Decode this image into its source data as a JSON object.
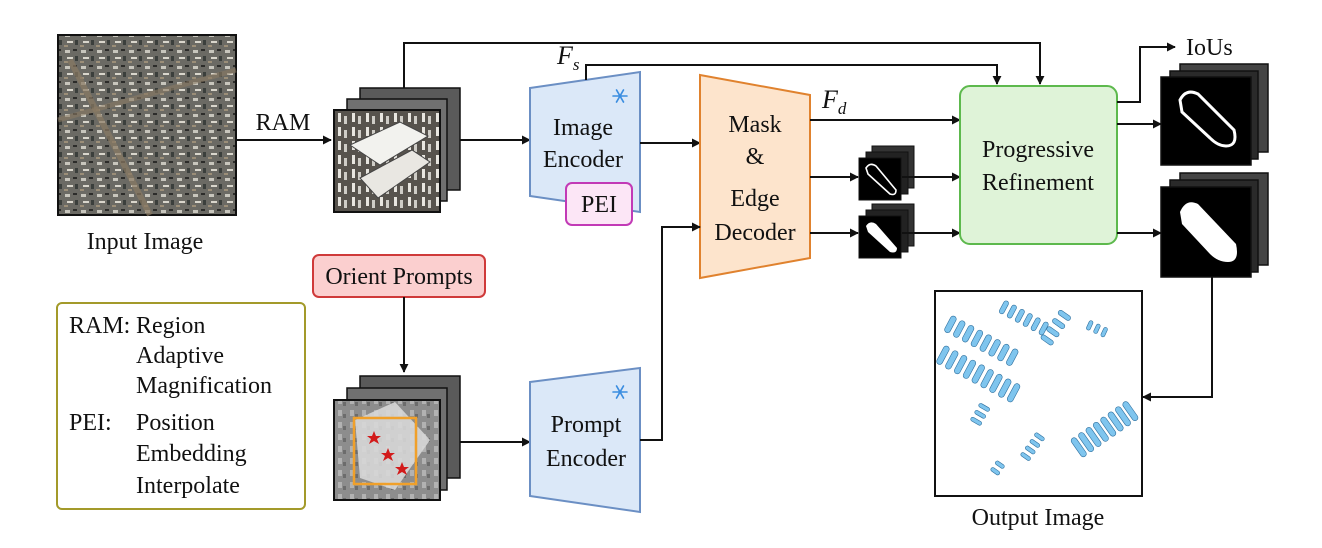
{
  "labels": {
    "input_image": "Input Image",
    "ram": "RAM",
    "fs_main": "F",
    "fs_sub": "s",
    "fd_main": "F",
    "fd_sub": "d",
    "image_encoder_1": "Image",
    "image_encoder_2": "Encoder",
    "pei": "PEI",
    "mask_1": "Mask",
    "mask_2": "&",
    "mask_3": "Edge",
    "mask_4": "Decoder",
    "refine_1": "Progressive",
    "refine_2": "Refinement",
    "ious": "IoUs",
    "orient_prompts": "Orient Prompts",
    "prompt_encoder_1": "Prompt",
    "prompt_encoder_2": "Encoder",
    "output_image": "Output Image"
  },
  "legend": {
    "ram_abbr": "RAM:",
    "ram_1": "Region",
    "ram_2": "Adaptive",
    "ram_3": "Magnification",
    "pei_abbr": "PEI:",
    "pei_1": "Position",
    "pei_2": "Embedding",
    "pei_3": "Interpolate"
  },
  "colors": {
    "encoder_fill": "#dbe8f8",
    "encoder_stroke": "#6b8fc4",
    "decoder_fill": "#fde4cc",
    "decoder_stroke": "#e0822e",
    "refine_fill": "#dff3d8",
    "refine_stroke": "#5db94d",
    "pei_fill": "#fce6f6",
    "pei_stroke": "#c23ab6",
    "prompt_fill": "#fbcfcf",
    "prompt_stroke": "#cf3a3a",
    "legend_stroke": "#a39a2a",
    "segment_fill": "#7fc5ee",
    "star": "#d21a1a",
    "bbox": "#f0a02a"
  },
  "icons": [
    "snowflake-icon",
    "star-icon"
  ]
}
